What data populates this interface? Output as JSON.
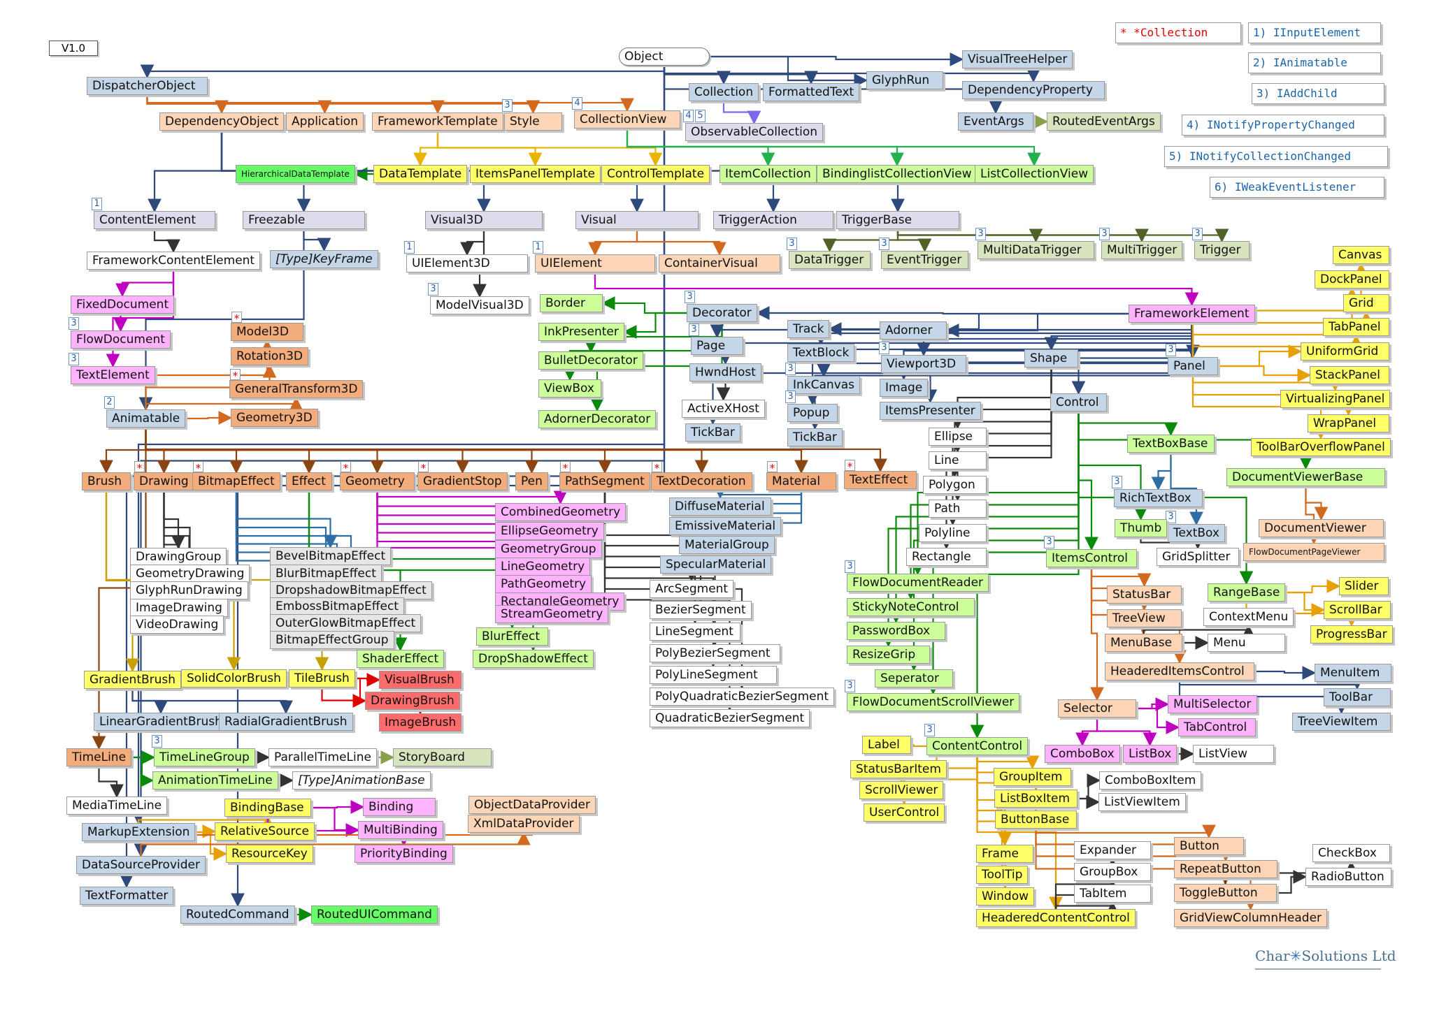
{
  "version": "V1.0",
  "credit": {
    "left": "Char",
    "right": "Solutions Ltd"
  },
  "legend": [
    {
      "text": "* *Collection",
      "color": "red"
    },
    {
      "text": "1) IInputElement"
    },
    {
      "text": "2) IAnimatable"
    },
    {
      "text": "3) IAddChild"
    },
    {
      "text": "4) INotifyPropertyChanged"
    },
    {
      "text": "5) INotifyCollectionChanged"
    },
    {
      "text": "6) IWeakEventListener"
    }
  ],
  "colors": {
    "orange": "#fbd5b5",
    "orangeDark": "#f3ac7c",
    "yellow": "#ffff66",
    "green": "#ccff99",
    "greenBright": "#66ff66",
    "blue": "#c4d6e8",
    "lavender": "#dcdcec",
    "olive": "#d7e4bd",
    "pink": "#ffb3ff",
    "red": "#ff6b6b",
    "white": "#ffffff",
    "gray": "#e7e6e6"
  },
  "nodes": [
    {
      "id": "object",
      "label": "Object"
    },
    {
      "id": "dispatcherobject",
      "label": "DispatcherObject"
    },
    {
      "id": "dependencyobject",
      "label": "DependencyObject"
    },
    {
      "id": "application",
      "label": "Application"
    },
    {
      "id": "frameworktemplate",
      "label": "FrameworkTemplate"
    },
    {
      "id": "style",
      "label": "Style",
      "badge": "3"
    },
    {
      "id": "collectionview",
      "label": "CollectionView",
      "badge": "4"
    },
    {
      "id": "collection",
      "label": "Collection"
    },
    {
      "id": "formattedtext",
      "label": "FormattedText"
    },
    {
      "id": "glyphrun",
      "label": "GlyphRun"
    },
    {
      "id": "visualtreehelper",
      "label": "VisualTreeHelper"
    },
    {
      "id": "dependencyproperty",
      "label": "DependencyProperty"
    },
    {
      "id": "eventargs",
      "label": "EventArgs"
    },
    {
      "id": "routedeventargs",
      "label": "RoutedEventArgs"
    },
    {
      "id": "observablecollection",
      "label": "ObservableCollection",
      "badge": "4",
      "badge2": "5"
    },
    {
      "id": "hierarchicaldatatemplate",
      "label": "HierarchicalDataTemplate"
    },
    {
      "id": "datatemplate",
      "label": "DataTemplate"
    },
    {
      "id": "itemspaneltemplate",
      "label": "ItemsPanelTemplate"
    },
    {
      "id": "controltemplate",
      "label": "ControlTemplate"
    },
    {
      "id": "itemcollection",
      "label": "ItemCollection"
    },
    {
      "id": "bindinglistcollectionview",
      "label": "BindinglistCollectionView"
    },
    {
      "id": "listcollectionview",
      "label": "ListCollectionView"
    },
    {
      "id": "contentelement",
      "label": "ContentElement",
      "badge": "1"
    },
    {
      "id": "freezable",
      "label": "Freezable"
    },
    {
      "id": "visual3d",
      "label": "Visual3D"
    },
    {
      "id": "visual",
      "label": "Visual"
    },
    {
      "id": "triggeraction",
      "label": "TriggerAction"
    },
    {
      "id": "triggerbase",
      "label": "TriggerBase"
    },
    {
      "id": "frameworkcontentelement",
      "label": "FrameworkContentElement"
    },
    {
      "id": "typekeyframe",
      "label": "[Type]KeyFrame"
    },
    {
      "id": "uielement3d",
      "label": "UIElement3D",
      "badge": "1"
    },
    {
      "id": "uielement",
      "label": "UIElement",
      "badge": "1"
    },
    {
      "id": "containervisual",
      "label": "ContainerVisual"
    },
    {
      "id": "datatrigger",
      "label": "DataTrigger",
      "badge": "3"
    },
    {
      "id": "eventtrigger",
      "label": "EventTrigger",
      "badge": "3"
    },
    {
      "id": "multidatatrigger",
      "label": "MultiDataTrigger",
      "badge": "3"
    },
    {
      "id": "multitrigger",
      "label": "MultiTrigger",
      "badge": "3"
    },
    {
      "id": "trigger",
      "label": "Trigger",
      "badge": "3"
    },
    {
      "id": "fixeddocument",
      "label": "FixedDocument"
    },
    {
      "id": "flowdocument",
      "label": "FlowDocument",
      "badge": "3"
    },
    {
      "id": "textelement",
      "label": "TextElement",
      "badge": "3"
    },
    {
      "id": "modelvisual3d",
      "label": "ModelVisual3D",
      "badge": "3"
    },
    {
      "id": "model3d",
      "label": "Model3D",
      "star": true
    },
    {
      "id": "rotation3d",
      "label": "Rotation3D"
    },
    {
      "id": "generaltransform3d",
      "label": "GeneralTransform3D",
      "star": true
    },
    {
      "id": "geometry3d",
      "label": "Geometry3D"
    },
    {
      "id": "animatable",
      "label": "Animatable",
      "badge": "2"
    },
    {
      "id": "border",
      "label": "Border"
    },
    {
      "id": "inkpresenter",
      "label": "InkPresenter"
    },
    {
      "id": "bulletdecorator",
      "label": "BulletDecorator"
    },
    {
      "id": "viewbox",
      "label": "ViewBox"
    },
    {
      "id": "adornerdecorator",
      "label": "AdornerDecorator"
    },
    {
      "id": "decorator",
      "label": "Decorator",
      "badge": "3"
    },
    {
      "id": "page",
      "label": "Page",
      "badge": "3"
    },
    {
      "id": "hwndhost",
      "label": "HwndHost"
    },
    {
      "id": "activexhost",
      "label": "ActiveXHost"
    },
    {
      "id": "tickbar1",
      "label": "TickBar"
    },
    {
      "id": "track",
      "label": "Track"
    },
    {
      "id": "textblock",
      "label": "TextBlock"
    },
    {
      "id": "inkcanvas",
      "label": "InkCanvas",
      "badge": "3"
    },
    {
      "id": "popup",
      "label": "Popup",
      "badge": "3"
    },
    {
      "id": "tickbar2",
      "label": "TickBar"
    },
    {
      "id": "adorner",
      "label": "Adorner"
    },
    {
      "id": "viewport3d",
      "label": "Viewport3D",
      "badge": "3"
    },
    {
      "id": "image",
      "label": "Image"
    },
    {
      "id": "itemspresenter",
      "label": "ItemsPresenter"
    },
    {
      "id": "frameworkelement",
      "label": "FrameworkElement"
    },
    {
      "id": "shape",
      "label": "Shape"
    },
    {
      "id": "panel",
      "label": "Panel",
      "badge": "3"
    },
    {
      "id": "control",
      "label": "Control"
    },
    {
      "id": "canvas",
      "label": "Canvas"
    },
    {
      "id": "dockpanel",
      "label": "DockPanel"
    },
    {
      "id": "grid",
      "label": "Grid"
    },
    {
      "id": "tabpanel",
      "label": "TabPanel"
    },
    {
      "id": "uniformgrid",
      "label": "UniformGrid"
    },
    {
      "id": "stackpanel",
      "label": "StackPanel"
    },
    {
      "id": "virtualizingpanel",
      "label": "VirtualizingPanel"
    },
    {
      "id": "wrappanel",
      "label": "WrapPanel"
    },
    {
      "id": "toolbaroverflowpanel",
      "label": "ToolBarOverflowPanel"
    },
    {
      "id": "ellipse",
      "label": "Ellipse"
    },
    {
      "id": "line",
      "label": "Line"
    },
    {
      "id": "polygon",
      "label": "Polygon"
    },
    {
      "id": "path",
      "label": "Path"
    },
    {
      "id": "polyline",
      "label": "Polyline"
    },
    {
      "id": "rectangle",
      "label": "Rectangle"
    },
    {
      "id": "textboxbase",
      "label": "TextBoxBase"
    },
    {
      "id": "richtextbox",
      "label": "RichTextBox",
      "badge": "3"
    },
    {
      "id": "textbox",
      "label": "TextBox",
      "badge": "3"
    },
    {
      "id": "documentviewerbase",
      "label": "DocumentViewerBase"
    },
    {
      "id": "documentviewer",
      "label": "DocumentViewer"
    },
    {
      "id": "flowdocumentpageviewer",
      "label": "FlowDocumentPageViewer"
    },
    {
      "id": "thumb",
      "label": "Thumb"
    },
    {
      "id": "gridsplitter",
      "label": "GridSplitter"
    },
    {
      "id": "itemscontrol",
      "label": "ItemsControl",
      "badge": "3"
    },
    {
      "id": "brush",
      "label": "Brush"
    },
    {
      "id": "drawing",
      "label": "Drawing",
      "star": true
    },
    {
      "id": "bitmapeffect",
      "label": "BitmapEffect",
      "star": true
    },
    {
      "id": "effect",
      "label": "Effect"
    },
    {
      "id": "geometry",
      "label": "Geometry",
      "star": true
    },
    {
      "id": "gradientstop",
      "label": "GradientStop",
      "star": true
    },
    {
      "id": "pen",
      "label": "Pen"
    },
    {
      "id": "pathsegment",
      "label": "PathSegment",
      "star": true
    },
    {
      "id": "textdecoration",
      "label": "TextDecoration",
      "star": true
    },
    {
      "id": "material",
      "label": "Material",
      "star": true
    },
    {
      "id": "texteffect",
      "label": "TextEffect",
      "star": true
    },
    {
      "id": "combinedgeometry",
      "label": "CombinedGeometry"
    },
    {
      "id": "ellipsegeometry",
      "label": "EllipseGeometry"
    },
    {
      "id": "geometrygroup",
      "label": "GeometryGroup"
    },
    {
      "id": "linegeometry",
      "label": "LineGeometry"
    },
    {
      "id": "pathgeometry",
      "label": "PathGeometry"
    },
    {
      "id": "rectanglegeometry",
      "label": "RectangleGeometry"
    },
    {
      "id": "streamgeometry",
      "label": "StreamGeometry"
    },
    {
      "id": "diffusematerial",
      "label": "DiffuseMaterial"
    },
    {
      "id": "emissivematerial",
      "label": "EmissiveMaterial"
    },
    {
      "id": "materialgroup",
      "label": "MaterialGroup"
    },
    {
      "id": "specularmaterial",
      "label": "SpecularMaterial"
    },
    {
      "id": "drawinggroup",
      "label": "DrawingGroup"
    },
    {
      "id": "geometrydrawing",
      "label": "GeometryDrawing"
    },
    {
      "id": "glyphrundrawing",
      "label": "GlyphRunDrawing"
    },
    {
      "id": "imagedrawing",
      "label": "ImageDrawing"
    },
    {
      "id": "videodrawing",
      "label": "VideoDrawing"
    },
    {
      "id": "bevelbitmapeffect",
      "label": "BevelBitmapEffect"
    },
    {
      "id": "blurbitmapeffect",
      "label": "BlurBitmapEffect"
    },
    {
      "id": "dropshadowbitmapeffect",
      "label": "DropshadowBitmapEffect"
    },
    {
      "id": "embossbitmapeffect",
      "label": "EmbossBitmapEffect"
    },
    {
      "id": "outerglowbitmapeffect",
      "label": "OuterGlowBitmapEffect"
    },
    {
      "id": "bitmapeffectgroup",
      "label": "BitmapEffectGroup"
    },
    {
      "id": "blureffect",
      "label": "BlurEffect"
    },
    {
      "id": "shadereffect",
      "label": "ShaderEffect"
    },
    {
      "id": "dropshadoweffect",
      "label": "DropShadowEffect"
    },
    {
      "id": "arcsegment",
      "label": "ArcSegment"
    },
    {
      "id": "beziersegment",
      "label": "BezierSegment"
    },
    {
      "id": "linesegment",
      "label": "LineSegment"
    },
    {
      "id": "polybeziersegment",
      "label": "PolyBezierSegment"
    },
    {
      "id": "polylinesegment",
      "label": "PolyLineSegment"
    },
    {
      "id": "polyquadraticbeziersegment",
      "label": "PolyQuadraticBezierSegment"
    },
    {
      "id": "quadraticbeziersegment",
      "label": "QuadraticBezierSegment"
    },
    {
      "id": "gradientbrush",
      "label": "GradientBrush"
    },
    {
      "id": "solidcolorbrush",
      "label": "SolidColorBrush"
    },
    {
      "id": "tilebrush",
      "label": "TileBrush"
    },
    {
      "id": "visualbrush",
      "label": "VisualBrush"
    },
    {
      "id": "drawingbrush",
      "label": "DrawingBrush"
    },
    {
      "id": "imagebrush",
      "label": "ImageBrush"
    },
    {
      "id": "lineargradientbrush",
      "label": "LinearGradientBrush"
    },
    {
      "id": "radialgradientbrush",
      "label": "RadialGradientBrush"
    },
    {
      "id": "timeline",
      "label": "TimeLine"
    },
    {
      "id": "timelinegroup",
      "label": "TimeLineGroup",
      "badge": "3"
    },
    {
      "id": "paralleltimeline",
      "label": "ParallelTimeLine"
    },
    {
      "id": "storyboard",
      "label": "StoryBoard"
    },
    {
      "id": "animationtimeline",
      "label": "AnimationTimeLine"
    },
    {
      "id": "typeanimationbase",
      "label": "[Type]AnimationBase"
    },
    {
      "id": "mediatimeline",
      "label": "MediaTimeLine"
    },
    {
      "id": "markupextension",
      "label": "MarkupExtension"
    },
    {
      "id": "bindingbase",
      "label": "BindingBase"
    },
    {
      "id": "relativesource",
      "label": "RelativeSource"
    },
    {
      "id": "resourcekey",
      "label": "ResourceKey"
    },
    {
      "id": "binding",
      "label": "Binding"
    },
    {
      "id": "multibinding",
      "label": "MultiBinding"
    },
    {
      "id": "prioritybinding",
      "label": "PriorityBinding"
    },
    {
      "id": "objectdataprovider",
      "label": "ObjectDataProvider"
    },
    {
      "id": "xmldataprovider",
      "label": "XmlDataProvider"
    },
    {
      "id": "datasourceprovider",
      "label": "DataSourceProvider"
    },
    {
      "id": "textformatter",
      "label": "TextFormatter"
    },
    {
      "id": "routedcommand",
      "label": "RoutedCommand"
    },
    {
      "id": "routeduicommand",
      "label": "RoutedUICommand"
    },
    {
      "id": "flowdocumentreader",
      "label": "FlowDocumentReader",
      "badge": "3"
    },
    {
      "id": "stickynotecontrol",
      "label": "StickyNoteControl"
    },
    {
      "id": "passwordbox",
      "label": "PasswordBox"
    },
    {
      "id": "resizegrip",
      "label": "ResizeGrip"
    },
    {
      "id": "seperator",
      "label": "Seperator"
    },
    {
      "id": "flowdocumentscrollviewer",
      "label": "FlowDocumentScrollViewer",
      "badge": "3"
    },
    {
      "id": "label",
      "label": "Label"
    },
    {
      "id": "contentcontrol",
      "label": "ContentControl",
      "badge": "3"
    },
    {
      "id": "statusbaritem",
      "label": "StatusBarItem"
    },
    {
      "id": "scrollviewer",
      "label": "ScrollViewer"
    },
    {
      "id": "usercontrol",
      "label": "UserControl"
    },
    {
      "id": "statusbar",
      "label": "StatusBar"
    },
    {
      "id": "treeview",
      "label": "TreeView"
    },
    {
      "id": "menubase",
      "label": "MenuBase"
    },
    {
      "id": "contextmenu",
      "label": "ContextMenu"
    },
    {
      "id": "menu",
      "label": "Menu"
    },
    {
      "id": "rangebase",
      "label": "RangeBase"
    },
    {
      "id": "slider",
      "label": "Slider"
    },
    {
      "id": "scrollbar",
      "label": "ScrollBar"
    },
    {
      "id": "progressbar",
      "label": "ProgressBar"
    },
    {
      "id": "headereditemscontrol",
      "label": "HeaderedItemsControl"
    },
    {
      "id": "menuitem",
      "label": "MenuItem"
    },
    {
      "id": "toolbar",
      "label": "ToolBar"
    },
    {
      "id": "treeviewitem",
      "label": "TreeViewItem"
    },
    {
      "id": "selector",
      "label": "Selector"
    },
    {
      "id": "multiselector",
      "label": "MultiSelector"
    },
    {
      "id": "tabcontrol",
      "label": "TabControl"
    },
    {
      "id": "combobox",
      "label": "ComboBox"
    },
    {
      "id": "listbox",
      "label": "ListBox"
    },
    {
      "id": "listview",
      "label": "ListView"
    },
    {
      "id": "groupitem",
      "label": "GroupItem"
    },
    {
      "id": "listboxitem",
      "label": "ListBoxItem"
    },
    {
      "id": "buttonbase",
      "label": "ButtonBase"
    },
    {
      "id": "comboboxitem",
      "label": "ComboBoxItem"
    },
    {
      "id": "listviewitem",
      "label": "ListViewItem"
    },
    {
      "id": "frame",
      "label": "Frame"
    },
    {
      "id": "tooltip",
      "label": "ToolTip"
    },
    {
      "id": "window",
      "label": "Window"
    },
    {
      "id": "headeredcontentcontrol",
      "label": "HeaderedContentControl"
    },
    {
      "id": "expander",
      "label": "Expander"
    },
    {
      "id": "groupbox",
      "label": "GroupBox"
    },
    {
      "id": "tabitem",
      "label": "TabItem"
    },
    {
      "id": "button",
      "label": "Button"
    },
    {
      "id": "repeatbutton",
      "label": "RepeatButton"
    },
    {
      "id": "togglebutton",
      "label": "ToggleButton"
    },
    {
      "id": "gridviewcolumnheader",
      "label": "GridViewColumnHeader"
    },
    {
      "id": "checkbox",
      "label": "CheckBox"
    },
    {
      "id": "radiobutton",
      "label": "RadioButton"
    }
  ]
}
